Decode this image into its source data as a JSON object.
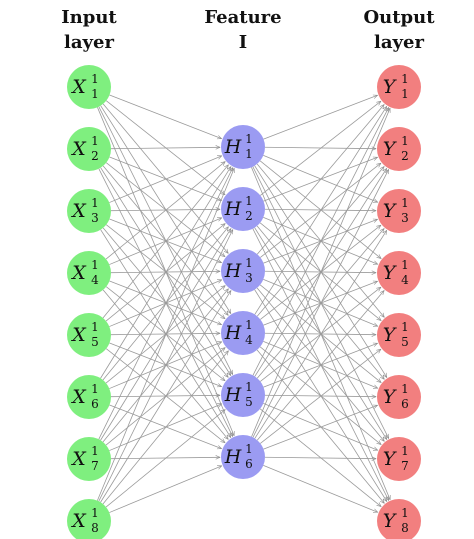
{
  "titles": {
    "input": [
      "Input",
      "layer"
    ],
    "feature": [
      "Feature",
      "I"
    ],
    "output": [
      "Output",
      "layer"
    ]
  },
  "layers": [
    {
      "id": "input",
      "color": "#7fef7f",
      "nodes": [
        {
          "symbol": "X",
          "sub": "1",
          "sup": "1"
        },
        {
          "symbol": "X",
          "sub": "2",
          "sup": "1"
        },
        {
          "symbol": "X",
          "sub": "3",
          "sup": "1"
        },
        {
          "symbol": "X",
          "sub": "4",
          "sup": "1"
        },
        {
          "symbol": "X",
          "sub": "5",
          "sup": "1"
        },
        {
          "symbol": "X",
          "sub": "6",
          "sup": "1"
        },
        {
          "symbol": "X",
          "sub": "7",
          "sup": "1"
        },
        {
          "symbol": "X",
          "sub": "8",
          "sup": "1"
        }
      ]
    },
    {
      "id": "hidden",
      "color": "#9b9bf2",
      "nodes": [
        {
          "symbol": "H",
          "sub": "1",
          "sup": "1"
        },
        {
          "symbol": "H",
          "sub": "2",
          "sup": "1"
        },
        {
          "symbol": "H",
          "sub": "3",
          "sup": "1"
        },
        {
          "symbol": "H",
          "sub": "4",
          "sup": "1"
        },
        {
          "symbol": "H",
          "sub": "5",
          "sup": "1"
        },
        {
          "symbol": "H",
          "sub": "6",
          "sup": "1"
        }
      ]
    },
    {
      "id": "output",
      "color": "#f27f7f",
      "nodes": [
        {
          "symbol": "Y",
          "sub": "1",
          "sup": "1"
        },
        {
          "symbol": "Y",
          "sub": "2",
          "sup": "1"
        },
        {
          "symbol": "Y",
          "sub": "3",
          "sup": "1"
        },
        {
          "symbol": "Y",
          "sub": "4",
          "sup": "1"
        },
        {
          "symbol": "Y",
          "sub": "5",
          "sup": "1"
        },
        {
          "symbol": "Y",
          "sub": "6",
          "sup": "1"
        },
        {
          "symbol": "Y",
          "sub": "7",
          "sup": "1"
        },
        {
          "symbol": "Y",
          "sub": "8",
          "sup": "1"
        }
      ]
    }
  ],
  "edge_color": "#9a9a9a",
  "connectivity": "fully-connected"
}
